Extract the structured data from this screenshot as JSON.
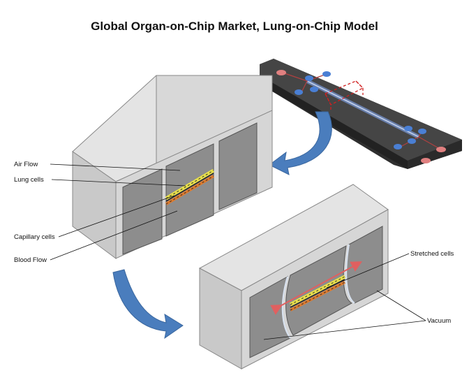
{
  "title": "Global Organ-on-Chip Market, Lung-on-Chip Model",
  "labels": {
    "air_flow": "Air Flow",
    "lung_cells": "Lung cells",
    "capillary_cells": "Capillary cells",
    "blood_flow": "Blood Flow",
    "stretched_cells": "Stretched cells",
    "vacuum": "Vacuum"
  },
  "colors": {
    "block_front": "#d6d6d6",
    "block_top": "#e4e4e4",
    "block_side": "#c9c9c9",
    "chamber": "#8d8d8d",
    "chip": "#3b3b3b",
    "port": "#4a7fd4",
    "arrow": "#4a7dbd",
    "lung_layer": "#e8e04a",
    "capillary_layer": "#e07a2a",
    "stretch_arrow": "#e06060"
  },
  "icons": {
    "process_arrow_1": "curved-arrow-icon",
    "process_arrow_2": "curved-arrow-icon",
    "stretch_arrow": "double-headed-arrow-icon"
  }
}
